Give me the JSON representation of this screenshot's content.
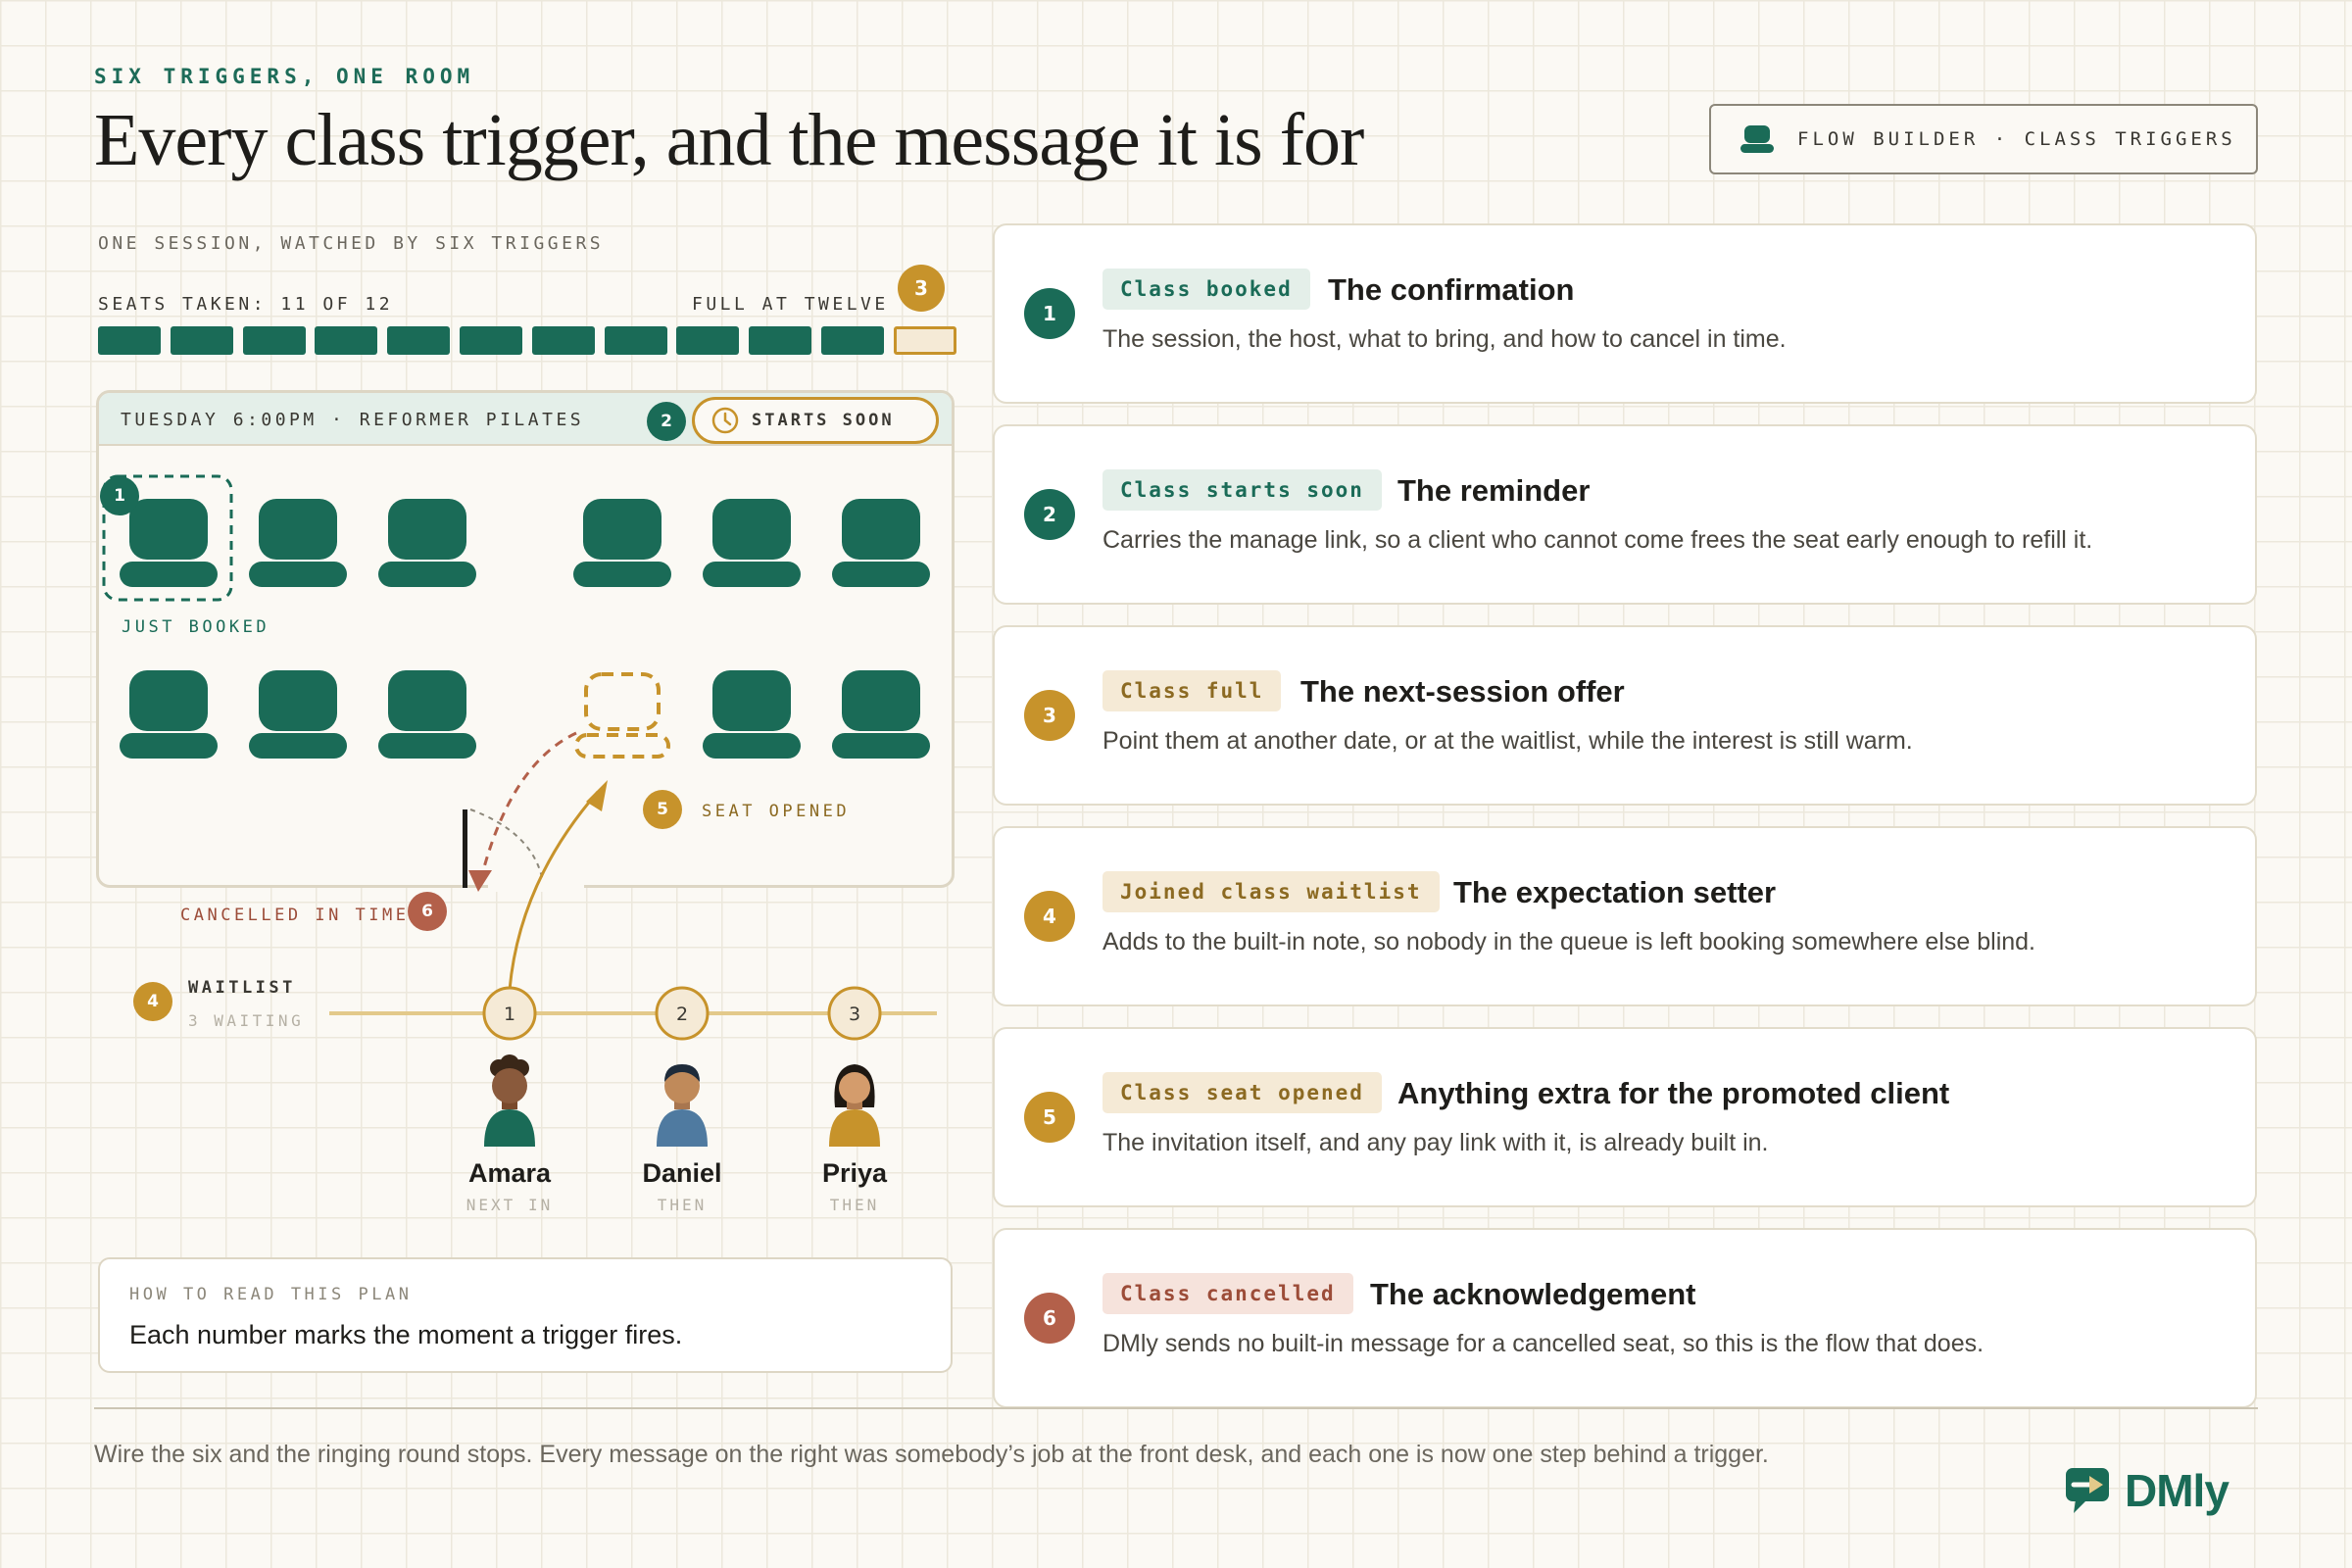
{
  "header": {
    "eyebrow": "SIX TRIGGERS, ONE ROOM",
    "title": "Every class trigger, and the message it is for",
    "badge": "FLOW BUILDER · CLASS TRIGGERS"
  },
  "session": {
    "eyebrow": "ONE SESSION, WATCHED BY SIX TRIGGERS",
    "seats_taken": "SEATS TAKEN: 11 OF 12",
    "full_at": "FULL AT TWELVE",
    "seats": {
      "taken": 11,
      "total": 12
    },
    "room_title": "TUESDAY 6:00PM · REFORMER PILATES",
    "starts_soon": "STARTS SOON",
    "just_booked": "JUST BOOKED",
    "seat_opened": "SEAT OPENED",
    "cancelled_in_time": "CANCELLED IN TIME",
    "waitlist": "WAITLIST",
    "waiting": "3 WAITING",
    "markers": {
      "m1": "1",
      "m2": "2",
      "m3": "3",
      "m4": "4",
      "m5": "5",
      "m6": "6"
    }
  },
  "queue": [
    {
      "pos": "1",
      "name": "Amara",
      "status": "NEXT IN"
    },
    {
      "pos": "2",
      "name": "Daniel",
      "status": "THEN"
    },
    {
      "pos": "3",
      "name": "Priya",
      "status": "THEN"
    }
  ],
  "howto": {
    "eyebrow": "HOW TO READ THIS PLAN",
    "body": "Each number marks the moment a trigger fires."
  },
  "triggers": [
    {
      "num": "1",
      "tag": "Class booked",
      "title": "The confirmation",
      "body": "The session, the host, what to bring, and how to cancel in time.",
      "color": "#1a6b57"
    },
    {
      "num": "2",
      "tag": "Class starts soon",
      "title": "The reminder",
      "body": "Carries the manage link, so a client who cannot come frees the seat early enough to refill it.",
      "color": "#1a6b57"
    },
    {
      "num": "3",
      "tag": "Class full",
      "title": "The next-session offer",
      "body": "Point them at another date, or at the waitlist, while the interest is still warm.",
      "color": "#c7932b"
    },
    {
      "num": "4",
      "tag": "Joined class waitlist",
      "title": "The expectation setter",
      "body": "Adds to the built-in note, so nobody in the queue is left booking somewhere else blind.",
      "color": "#c7932b"
    },
    {
      "num": "5",
      "tag": "Class seat opened",
      "title": "Anything extra for the promoted client",
      "body": "The invitation itself, and any pay link with it, is already built in.",
      "color": "#c7932b"
    },
    {
      "num": "6",
      "tag": "Class cancelled",
      "title": "The acknowledgement",
      "body": "DMly sends no built-in message for a cancelled seat, so this is the flow that does.",
      "color": "#b3604a"
    }
  ],
  "footer": "Wire the six and the ringing round stops. Every message on the right was somebody’s job at the front desk, and each one is now one step behind a trigger.",
  "logo": "DMly"
}
